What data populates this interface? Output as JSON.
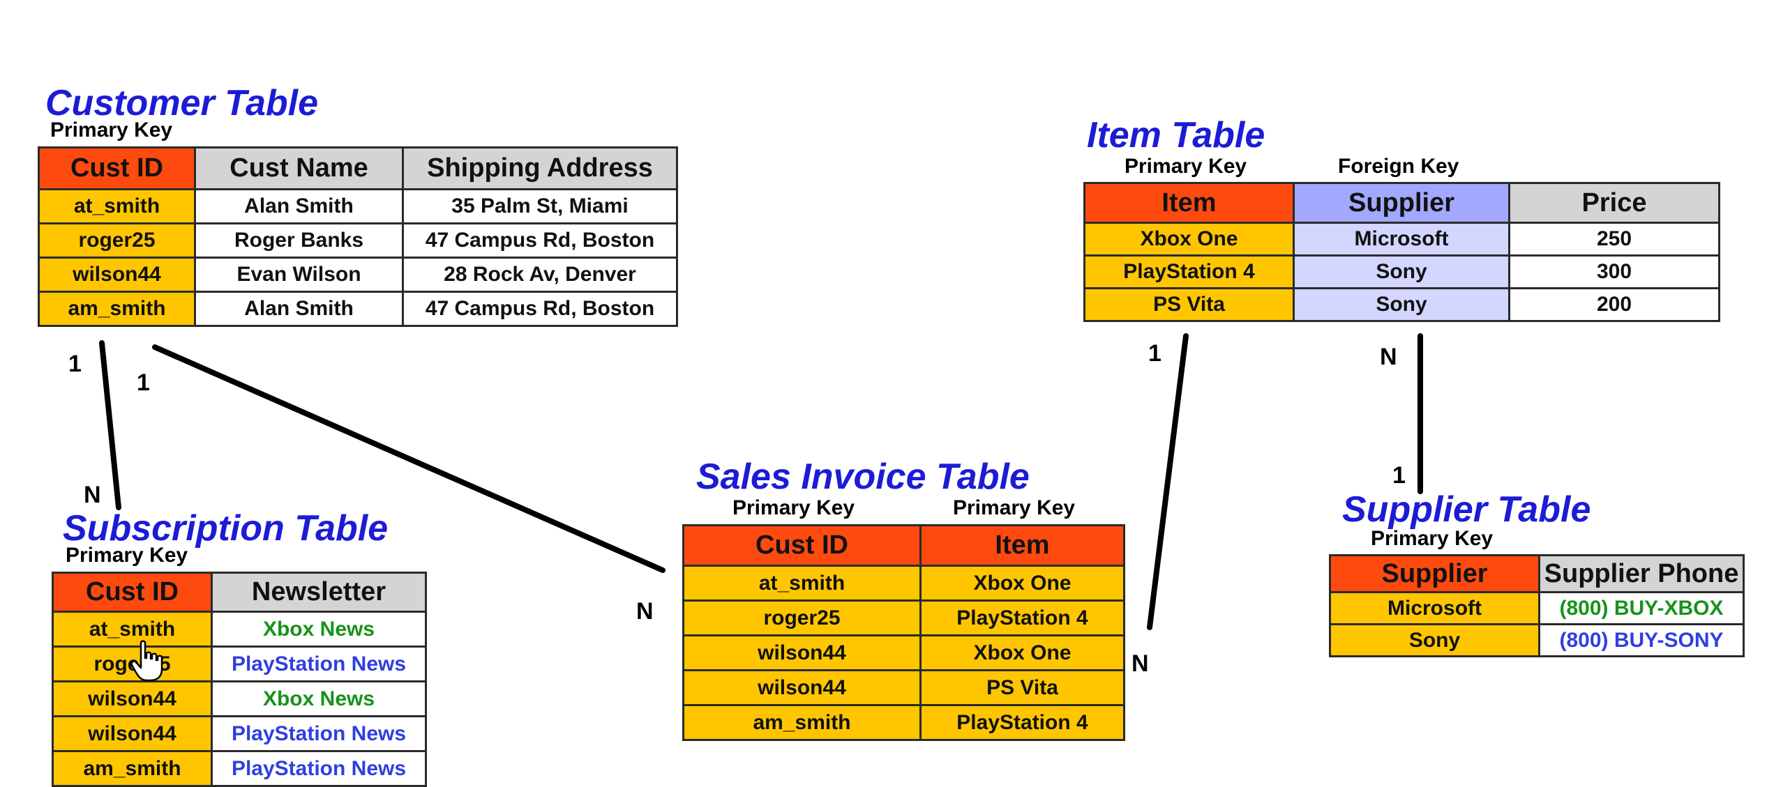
{
  "customer": {
    "title": "Customer Table",
    "key": "Primary Key",
    "headers": [
      "Cust ID",
      "Cust Name",
      "Shipping Address"
    ],
    "rows": [
      [
        "at_smith",
        "Alan Smith",
        "35 Palm St, Miami"
      ],
      [
        "roger25",
        "Roger Banks",
        "47 Campus Rd, Boston"
      ],
      [
        "wilson44",
        "Evan Wilson",
        "28 Rock Av, Denver"
      ],
      [
        "am_smith",
        "Alan Smith",
        "47 Campus Rd, Boston"
      ]
    ]
  },
  "subscription": {
    "title": "Subscription Table",
    "key": "Primary Key",
    "headers": [
      "Cust ID",
      "Newsletter"
    ],
    "rows": [
      [
        "at_smith",
        "Xbox News"
      ],
      [
        "roger25",
        "PlayStation News"
      ],
      [
        "wilson44",
        "Xbox News"
      ],
      [
        "wilson44",
        "PlayStation News"
      ],
      [
        "am_smith",
        "PlayStation News"
      ]
    ]
  },
  "sales": {
    "title": "Sales Invoice Table",
    "keys": [
      "Primary Key",
      "Primary Key"
    ],
    "headers": [
      "Cust ID",
      "Item"
    ],
    "rows": [
      [
        "at_smith",
        "Xbox One"
      ],
      [
        "roger25",
        "PlayStation 4"
      ],
      [
        "wilson44",
        "Xbox One"
      ],
      [
        "wilson44",
        "PS Vita"
      ],
      [
        "am_smith",
        "PlayStation 4"
      ]
    ]
  },
  "item": {
    "title": "Item Table",
    "keys": [
      "Primary Key",
      "Foreign Key"
    ],
    "headers": [
      "Item",
      "Supplier",
      "Price"
    ],
    "rows": [
      [
        "Xbox One",
        "Microsoft",
        "250"
      ],
      [
        "PlayStation 4",
        "Sony",
        "300"
      ],
      [
        "PS Vita",
        "Sony",
        "200"
      ]
    ]
  },
  "supplier": {
    "title": "Supplier Table",
    "key": "Primary Key",
    "headers": [
      "Supplier",
      "Supplier Phone"
    ],
    "rows": [
      [
        "Microsoft",
        "(800) BUY-XBOX"
      ],
      [
        "Sony",
        "(800) BUY-SONY"
      ]
    ]
  },
  "cardinality": {
    "cust_sub_one": "1",
    "cust_sub_many": "N",
    "cust_sales_one": "1",
    "cust_sales_many": "N",
    "item_sales_one": "1",
    "item_sales_many": "N",
    "item_supplier_many": "N",
    "item_supplier_one": "1"
  },
  "colors": {
    "primary_key_header": "#ff4a0f",
    "key_cell": "#ffc600",
    "foreign_key_header": "#a2a7ff",
    "foreign_key_cell": "#d3d6ff",
    "title": "#1c1cd6",
    "xbox_text": "#18921b",
    "playstation_text": "#2f3fe0"
  },
  "cursor": "hand-pointer-icon"
}
